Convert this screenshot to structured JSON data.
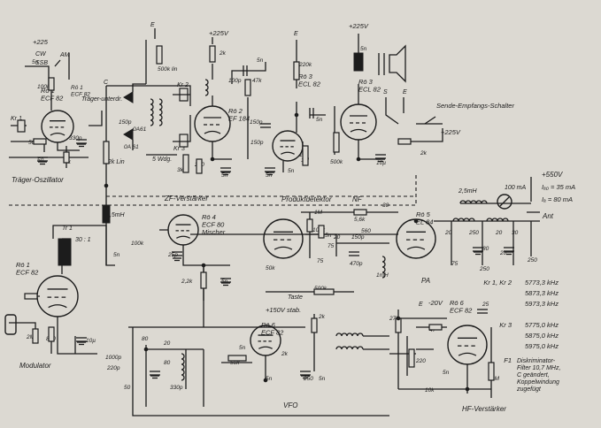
{
  "sections": {
    "traeger_oszillator": "Träger-Oszillator",
    "modulator": "Modulator",
    "zf_verstaerker": "ZF-Verstärker",
    "produktdetektor": "Produktdetektor",
    "vfo": "VFO",
    "hf_verstaerker": "HF-Verstärker",
    "sende_empfangs_schalter": "Sende-Empfangs-Schalter",
    "traeger_unterdr": "Träger-unterdr.",
    "nf": "NF",
    "pa": "PA",
    "ant": "Ant"
  },
  "tubes": {
    "ro1_top": "Rö 1\nECF 82",
    "ro1_bottom": "Rö 1\nECF 82",
    "ro2": "Rö 2\nEF 184",
    "ro3": "Rö 3\nECL 82",
    "ro3b": "Rö 3\nECL 82",
    "ro4": "Rö 4\nECF 80\nMischer",
    "ro5": "Rö 5\nEL 84",
    "ro6a": "Rö 6\nECF 82",
    "ro6b": "Rö 6\nECF 82"
  },
  "voltages": {
    "v225_left": "+225",
    "v225_mid": "+225V",
    "v225_right": "+225V",
    "v225_switch": "+225V",
    "v550": "+550V",
    "ia0": "Iₐ₀ = 35 mA",
    "ia": "Iₐ = 80 mA",
    "stab": "+150V stab.",
    "v20": "-20V"
  },
  "labels": {
    "cw": "CW",
    "ssb": "SSB",
    "am": "AM",
    "kr1": "Kr 1",
    "kr2": "Kr 2",
    "kr3": "Kr 3",
    "tr1": "Tr 1",
    "ratio": "30 : 1",
    "dia1": "0A61",
    "dia2": "0A 61",
    "lin2k": "2k Lin",
    "lin500k": "500k lin",
    "wdg": "5 Wdg.",
    "taste": "Taste",
    "choke": "0,5mH",
    "choke2": "2,5mH",
    "ma100": "100 mA",
    "mh1": "1mH",
    "e": "E",
    "s": "S",
    "c": "C"
  },
  "values": {
    "r100k_a": "100k",
    "r50k_a": "50k",
    "c50": "50",
    "c330p": "330p",
    "r4k": "4k",
    "c5n_a": "5n",
    "c150p": "150p",
    "r220": "220",
    "r3k": "3k",
    "r2k_a": "2k",
    "c100p": "100p",
    "r47k": "47k",
    "r220k": "220k",
    "c1n": "1n",
    "r1m": "1M",
    "r500k_a": "500k",
    "c10u": "10µ",
    "r2k_b": "2k",
    "r5k": "5k",
    "r2m": "2M",
    "r880": "880",
    "c10u_b": "10µ",
    "c25p": "25p",
    "r100k_b": "100k",
    "r22k": "2,2k",
    "r50k_b": "50k",
    "r500k_b": "500k",
    "r56k": "5,6k",
    "c560": "560",
    "c470p": "470p",
    "c75": "75",
    "r20": "20",
    "c250": "250",
    "c80": "80",
    "c30": "30",
    "c1000p": "1000p",
    "c220p": "220p",
    "c330p_b": "330p",
    "r50k_c": "50k",
    "r2k_c": "2k",
    "r27k": "27k",
    "r47": "47",
    "c220": "220",
    "r10k": "10k",
    "c25": "25"
  },
  "freq_table": {
    "rows": [
      {
        "key": "Kr 1, Kr 2",
        "values": [
          "5773,3 kHz",
          "5873,3 kHz",
          "5973,3 kHz"
        ]
      },
      {
        "key": "Kr 3",
        "values": [
          "5775,0 kHz",
          "5875,0 kHz",
          "5975,0 kHz"
        ]
      }
    ],
    "note_key": "F1",
    "note": "Diskriminator-\nFilter 10,7 MHz,\nC geändert,\nKoppelwindung\nzugefügt"
  }
}
